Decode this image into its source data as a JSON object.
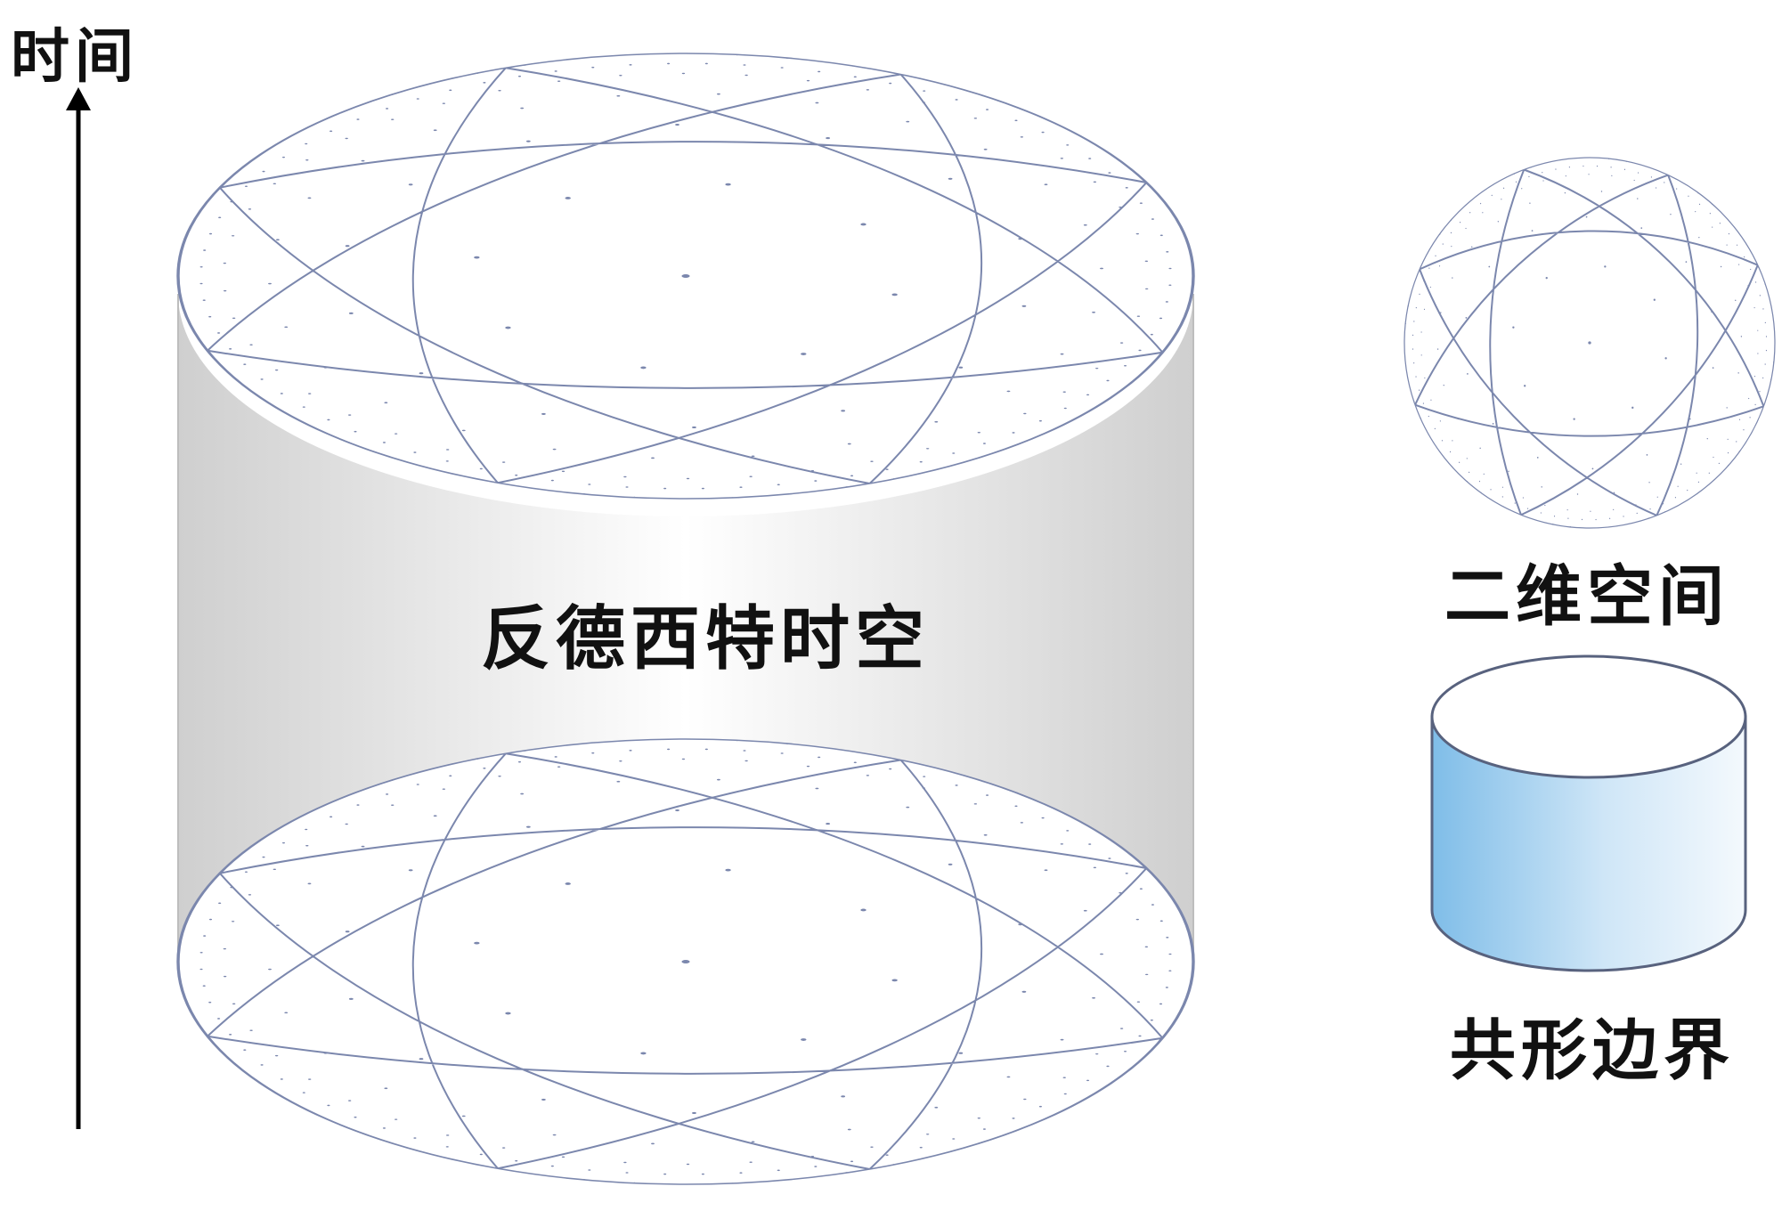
{
  "labels": {
    "time_axis": "时间",
    "main_cylinder": "反德西特时空",
    "disk_legend": "二维空间",
    "cylinder_legend": "共形边界"
  },
  "colors": {
    "tiling_line": "#7b87ad",
    "cylinder_gray": "#d2d2d2",
    "boundary_blue": "#7fbde8",
    "text": "#111111"
  }
}
